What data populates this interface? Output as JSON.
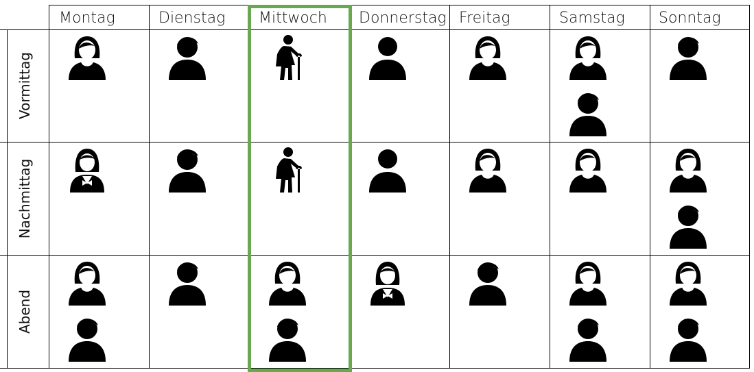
{
  "days": [
    "Montag",
    "Dienstag",
    "Mittwoch",
    "Donnerstag",
    "Freitag",
    "Samstag",
    "Sonntag"
  ],
  "periods": [
    "Vormittag",
    "Nachmittag",
    "Abend"
  ],
  "highlight_day": "Mittwoch",
  "highlight_color": "#6aa84f",
  "schedule": [
    [
      [
        "woman"
      ],
      [
        "man"
      ],
      [
        "elderly"
      ],
      [
        "person"
      ],
      [
        "woman"
      ],
      [
        "woman",
        "man"
      ],
      [
        "man"
      ]
    ],
    [
      [
        "waiter-woman"
      ],
      [
        "man"
      ],
      [
        "elderly"
      ],
      [
        "person"
      ],
      [
        "woman"
      ],
      [
        "woman"
      ],
      [
        "woman",
        "man"
      ]
    ],
    [
      [
        "woman",
        "man"
      ],
      [
        "man"
      ],
      [
        "woman",
        "man"
      ],
      [
        "waiter-woman"
      ],
      [
        "man"
      ],
      [
        "woman",
        "man"
      ],
      [
        "woman",
        "man"
      ]
    ]
  ]
}
